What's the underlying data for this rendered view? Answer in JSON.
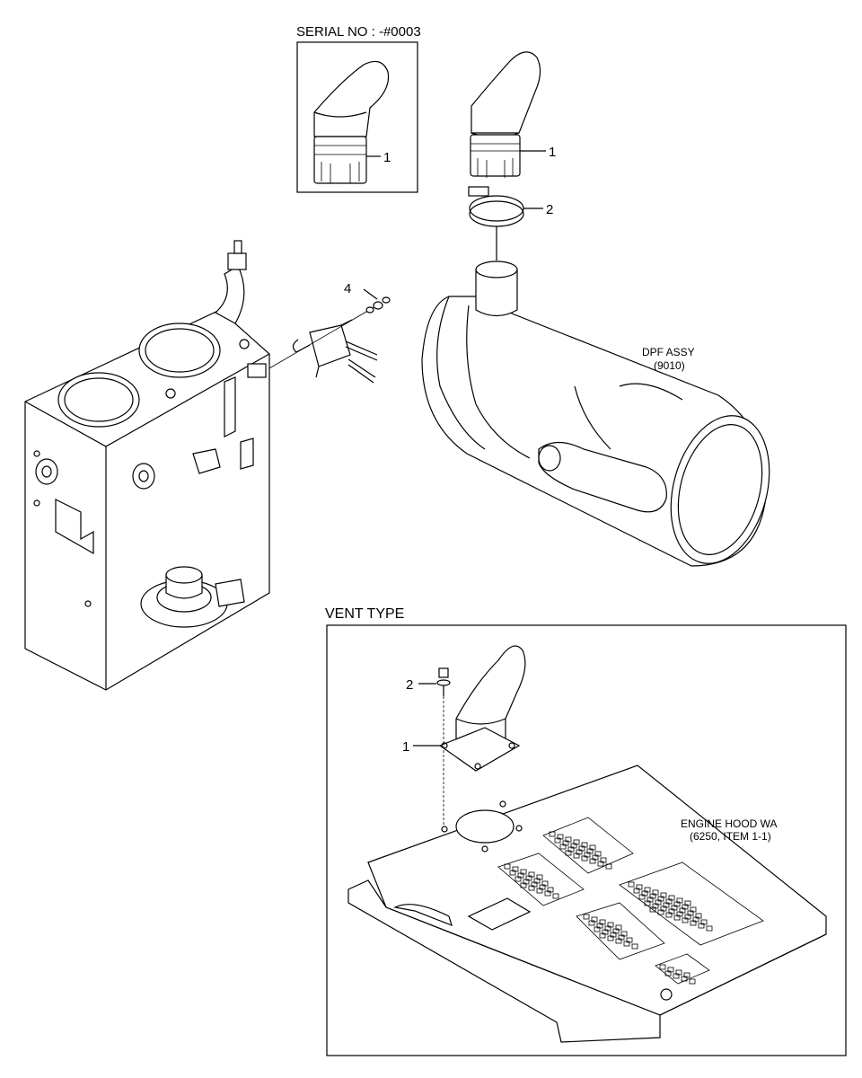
{
  "inset_serial": {
    "title": "SERIAL NO : -#0003",
    "callout_1": "1"
  },
  "main_callouts": {
    "c1": "1",
    "c2": "2",
    "c4": "4"
  },
  "dpf": {
    "name": "DPF ASSY",
    "ref": "(9010)"
  },
  "vent": {
    "title": "VENT TYPE",
    "callout_1": "1",
    "callout_2": "2",
    "hood_name": "ENGINE HOOD WA",
    "hood_ref": "(6250, ITEM 1-1)"
  }
}
